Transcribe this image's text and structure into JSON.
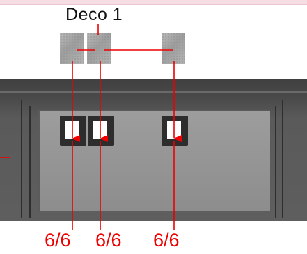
{
  "diagram": {
    "top_label": "Deco 1",
    "values": [
      "6/6",
      "6/6",
      "6/6"
    ],
    "colors": {
      "arrow": "#ee0000",
      "label": "#111111",
      "panel": "#4a4a4a"
    },
    "icons": [
      "deco-tile",
      "slot",
      "arrow-down-icon"
    ]
  }
}
